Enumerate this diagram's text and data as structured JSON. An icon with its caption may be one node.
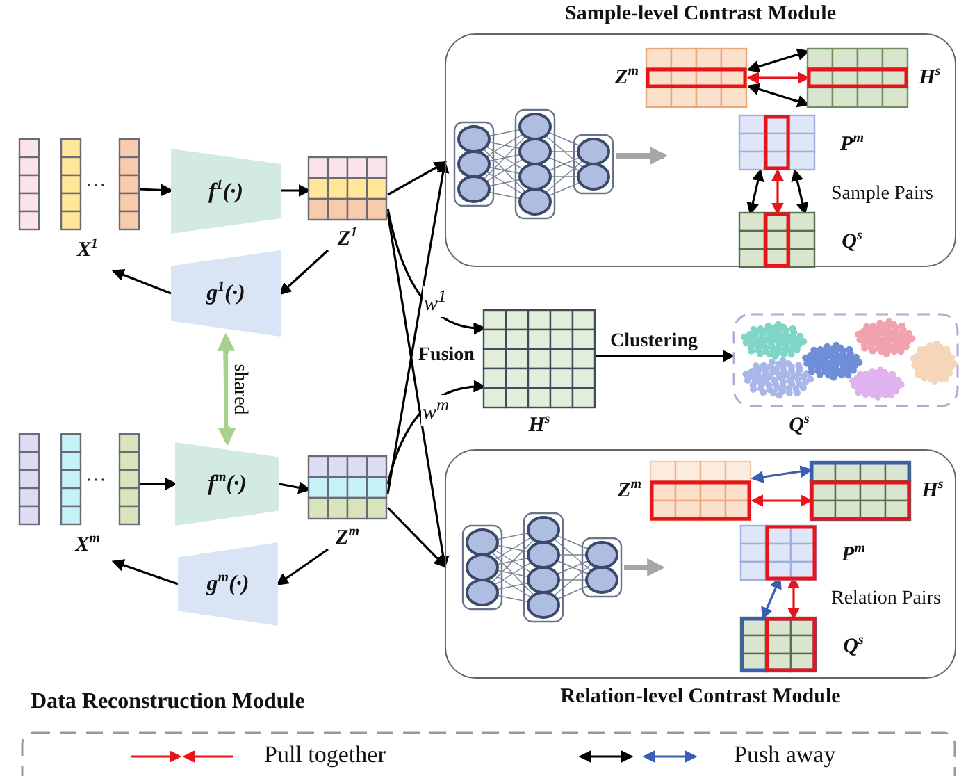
{
  "diagram": {
    "nodes": [
      {
        "text": [
          "Sample-level Contrast Module"
        ]
      },
      {
        "text": [
          "Relation-level Contrast Module"
        ]
      },
      {
        "text": [
          "X$^{1}$"
        ]
      },
      {
        "text": [
          "f$^{1}$(·)"
        ]
      },
      {
        "text": [
          "Z$^{1}$"
        ]
      },
      {
        "text": [
          "g$^{1}$(·)"
        ]
      },
      {
        "text": [
          "X$^{m}$"
        ]
      },
      {
        "text": [
          "f$^{m}$(·)"
        ]
      },
      {
        "text": [
          "Z$^{m}$"
        ]
      },
      {
        "text": [
          "g$^{m}$(·)"
        ]
      },
      {
        "text": [
          "H$^{s}$"
        ],
        "beside": [
          "Fusion"
        ]
      },
      {
        "text": [
          "Q$^{s}$"
        ]
      },
      {
        "text": [],
        "shape": "picture",
        "in": 0
      },
      {
        "text": [
          "Z$^{m}$"
        ],
        "in": 0
      },
      {
        "text": [
          "H$^{s}$"
        ],
        "in": 0
      },
      {
        "text": [
          "P$^{m}$"
        ],
        "in": 0
      },
      {
        "text": [
          "Q$^{s}$"
        ],
        "in": 0
      },
      {
        "text": [],
        "shape": "picture",
        "in": 1
      },
      {
        "text": [
          "Z$^{m}$"
        ],
        "in": 1
      },
      {
        "text": [
          "H$^{s}$"
        ],
        "in": 1
      },
      {
        "text": [
          "P$^{m}$"
        ],
        "in": 1
      },
      {
        "text": [
          "Q$^{s}$"
        ],
        "in": 1
      }
    ],
    "edges": [
      {
        "from": 2,
        "to": 3,
        "arrow": "to"
      },
      {
        "from": 3,
        "to": 4,
        "arrow": "to"
      },
      {
        "from": 4,
        "to": 5,
        "arrow": "to"
      },
      {
        "from": 5,
        "to": 2,
        "arrow": "to"
      },
      {
        "from": 6,
        "to": 7,
        "arrow": "to"
      },
      {
        "from": 7,
        "to": 8,
        "arrow": "to"
      },
      {
        "from": 8,
        "to": 9,
        "arrow": "to"
      },
      {
        "from": 9,
        "to": 6,
        "arrow": "to"
      },
      {
        "from": 5,
        "to": 7,
        "arrow": "both",
        "label": "shared",
        "style": "thick",
        "color": "#a9d18e"
      },
      {
        "from": 4,
        "to": 0,
        "arrow": "to"
      },
      {
        "from": 4,
        "to": 10,
        "arrow": "to",
        "label": "w$^{1}$"
      },
      {
        "from": 4,
        "to": 1,
        "arrow": "to"
      },
      {
        "from": 8,
        "to": 0,
        "arrow": "to"
      },
      {
        "from": 8,
        "to": 10,
        "arrow": "to",
        "label": "w$^{m}$"
      },
      {
        "from": 8,
        "to": 1,
        "arrow": "to"
      },
      {
        "from": 10,
        "to": 11,
        "arrow": "to",
        "label": "Clustering"
      },
      {
        "from": 12,
        "to": null,
        "arrow": "to",
        "style": "thick",
        "color": "#a6a6a6"
      },
      {
        "from": 17,
        "to": null,
        "arrow": "to",
        "style": "thick",
        "color": "#a6a6a6"
      },
      {
        "from": 13,
        "to": 14,
        "arrow": "both"
      },
      {
        "from": 13,
        "to": 14,
        "arrow": "both"
      },
      {
        "from": 13,
        "to": 14,
        "arrow": "both",
        "color": "#e8141b"
      },
      {
        "from": 15,
        "to": 16,
        "arrow": "both"
      },
      {
        "from": 15,
        "to": 16,
        "arrow": "both"
      },
      {
        "from": 15,
        "to": 16,
        "arrow": "both",
        "color": "#e8141b"
      },
      {
        "from": 18,
        "to": 19,
        "arrow": "both",
        "color": "#3a5fb0"
      },
      {
        "from": 18,
        "to": 19,
        "arrow": "both",
        "color": "#e8141b"
      },
      {
        "from": 20,
        "to": 21,
        "arrow": "both",
        "color": "#3a5fb0"
      },
      {
        "from": 20,
        "to": 21,
        "arrow": "both",
        "color": "#e8141b"
      }
    ],
    "labels": [
      "Sample Pairs",
      "Relation Pairs",
      "Data Reconstruction Module"
    ],
    "legend": [
      {
        "text": "Pull together"
      },
      {
        "text": "Push away"
      }
    ]
  }
}
